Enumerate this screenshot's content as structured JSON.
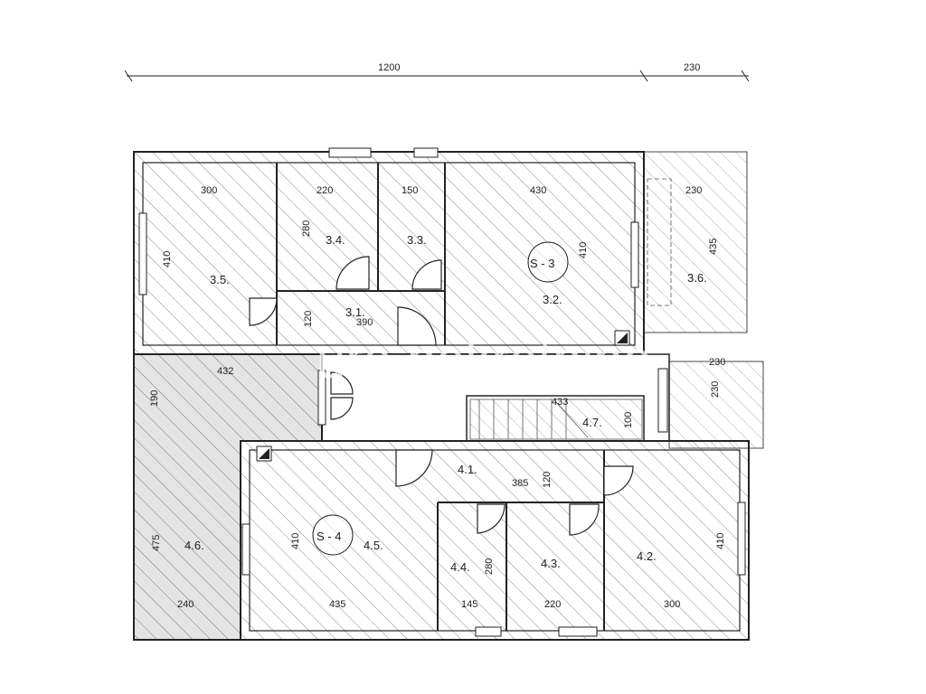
{
  "overall": {
    "top_width": "1200",
    "top_balcony": "230"
  },
  "dims": {
    "d300a": "300",
    "d220a": "220",
    "d150": "150",
    "d430": "430",
    "d230a": "230",
    "d280a": "280",
    "d410a": "410",
    "d410b": "410",
    "d435a": "435",
    "d120a": "120",
    "d390": "390",
    "d432": "432",
    "d230b": "230",
    "d230c": "230",
    "d190": "190",
    "d433": "433",
    "d100": "100",
    "d385": "385",
    "d120b": "120",
    "d410c": "410",
    "d410d": "410",
    "d475": "475",
    "d280b": "280",
    "d240": "240",
    "d435b": "435",
    "d145": "145",
    "d220b": "220",
    "d300b": "300"
  },
  "rooms": {
    "r35": "3.5.",
    "r34": "3.4.",
    "r33": "3.3.",
    "r32": "3.2.",
    "r31": "3.1.",
    "r36": "3.6.",
    "r41": "4.1.",
    "r42": "4.2.",
    "r43": "4.3.",
    "r44": "4.4.",
    "r45": "4.5.",
    "r46": "4.6.",
    "r47": "4.7."
  },
  "units": {
    "s3": "S - 3",
    "s4": "S - 4"
  },
  "watermark": "ura nekretnine"
}
